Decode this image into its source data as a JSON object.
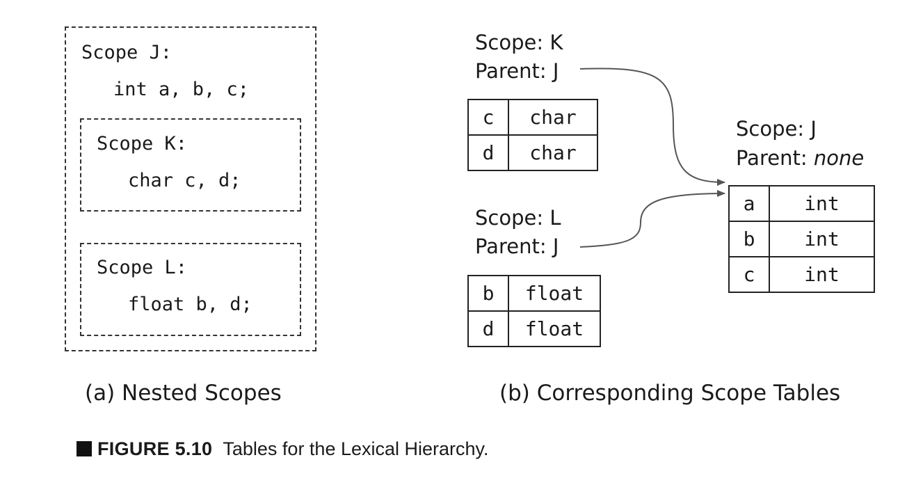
{
  "panel_a": {
    "scope_j": {
      "title": "Scope J:",
      "decl": "int a, b, c;"
    },
    "scope_k": {
      "title": "Scope K:",
      "decl": "char c, d;"
    },
    "scope_l": {
      "title": "Scope L:",
      "decl": "float b, d;"
    },
    "caption": "(a) Nested Scopes"
  },
  "panel_b": {
    "table_k": {
      "scope_label": "Scope: K",
      "parent_label": "Parent: J",
      "rows": [
        {
          "name": "c",
          "type": "char"
        },
        {
          "name": "d",
          "type": "char"
        }
      ]
    },
    "table_l": {
      "scope_label": "Scope: L",
      "parent_label": "Parent: J",
      "rows": [
        {
          "name": "b",
          "type": "float"
        },
        {
          "name": "d",
          "type": "float"
        }
      ]
    },
    "table_j": {
      "scope_label": "Scope: J",
      "parent_prefix": "Parent: ",
      "parent_value": "none",
      "rows": [
        {
          "name": "a",
          "type": "int"
        },
        {
          "name": "b",
          "type": "int"
        },
        {
          "name": "c",
          "type": "int"
        }
      ]
    },
    "caption": "(b) Corresponding Scope Tables"
  },
  "figure": {
    "number": "FIGURE 5.10",
    "title": "Tables for the Lexical Hierarchy."
  }
}
